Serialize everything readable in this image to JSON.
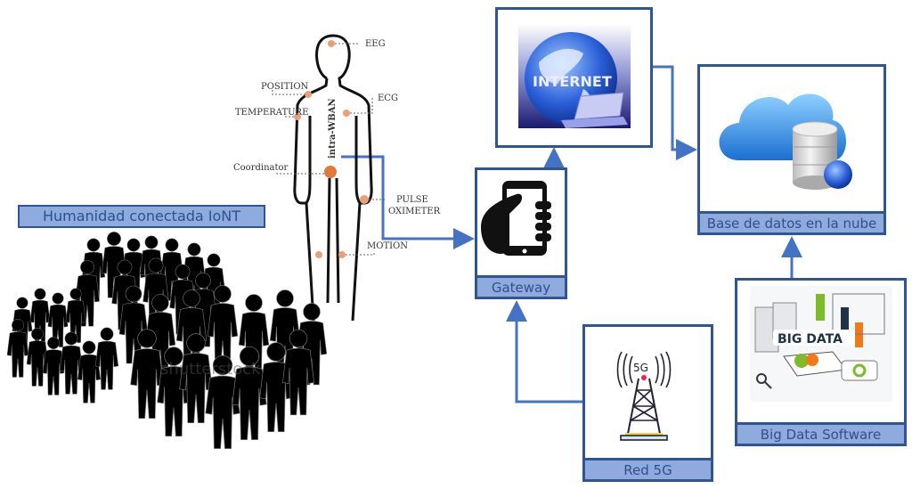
{
  "crowd": {
    "label": "Humanidad conectada IoNT",
    "watermark": "shutterstock"
  },
  "body": {
    "vertical_label": "intra-WBAN",
    "sensors": [
      "EEG",
      "POSITION",
      "ECG",
      "TEMPERATURE",
      "Coordinator",
      "PULSE",
      "OXIMETER",
      "MOTION"
    ]
  },
  "nodes": {
    "gateway": {
      "label": "Gateway"
    },
    "internet": {
      "label": "INTERNET"
    },
    "cloud": {
      "label": "Base de datos en la nube"
    },
    "bigdata": {
      "label": "Big Data Software",
      "image_text": "BIG DATA"
    },
    "red5g": {
      "label": "Red 5G",
      "image_text": "5G"
    }
  },
  "colors": {
    "border": "#2F5597",
    "label_fill": "#8FAADC",
    "label_text": "#2F4F8F",
    "connector": "#4472C4"
  }
}
